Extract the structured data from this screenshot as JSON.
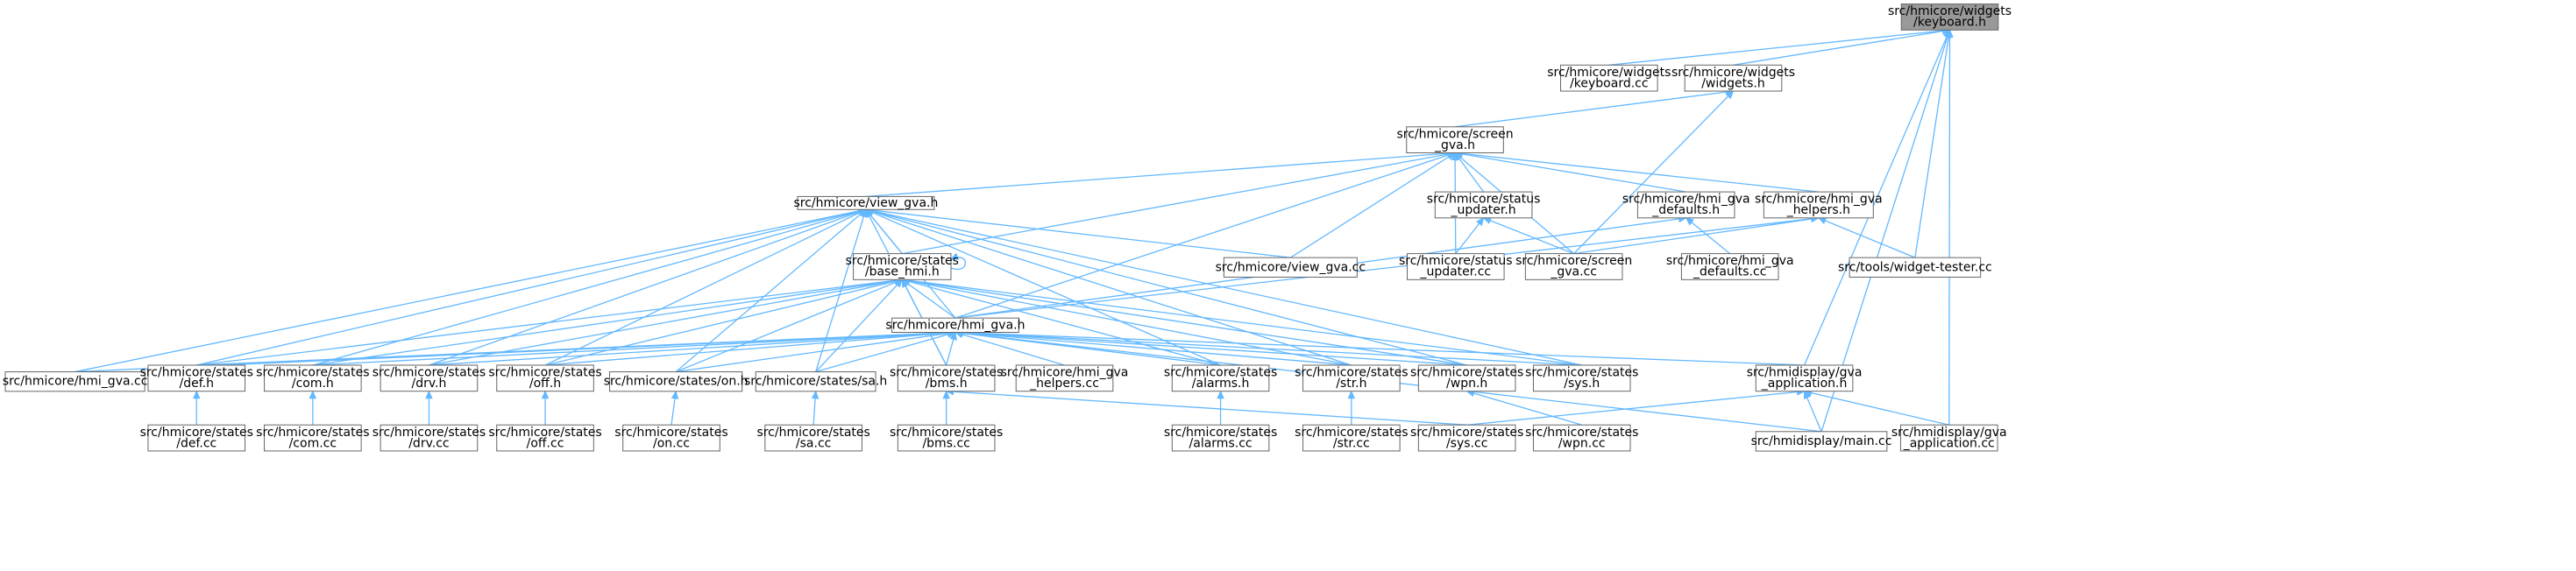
{
  "nodes": [
    {
      "id": "keyboard_h",
      "lines": [
        "src/hmicore/widgets",
        "/keyboard.h"
      ],
      "root": true
    },
    {
      "id": "keyboard_cc",
      "lines": [
        "src/hmicore/widgets",
        "/keyboard.cc"
      ]
    },
    {
      "id": "widgets_h",
      "lines": [
        "src/hmicore/widgets",
        "/widgets.h"
      ]
    },
    {
      "id": "screen_gva_h",
      "lines": [
        "src/hmicore/screen",
        "_gva.h"
      ]
    },
    {
      "id": "view_gva_h",
      "lines": [
        "src/hmicore/view_gva.h"
      ]
    },
    {
      "id": "status_updater_h",
      "lines": [
        "src/hmicore/status",
        "_updater.h"
      ]
    },
    {
      "id": "hmi_gva_defaults_h",
      "lines": [
        "src/hmicore/hmi_gva",
        "_defaults.h"
      ]
    },
    {
      "id": "hmi_gva_helpers_h",
      "lines": [
        "src/hmicore/hmi_gva",
        "_helpers.h"
      ]
    },
    {
      "id": "base_hmi_h",
      "lines": [
        "src/hmicore/states",
        "/base_hmi.h"
      ]
    },
    {
      "id": "view_gva_cc",
      "lines": [
        "src/hmicore/view_gva.cc"
      ]
    },
    {
      "id": "status_updater_cc",
      "lines": [
        "src/hmicore/status",
        "_updater.cc"
      ]
    },
    {
      "id": "screen_gva_cc",
      "lines": [
        "src/hmicore/screen",
        "_gva.cc"
      ]
    },
    {
      "id": "hmi_gva_defaults_cc",
      "lines": [
        "src/hmicore/hmi_gva",
        "_defaults.cc"
      ]
    },
    {
      "id": "widget_tester_cc",
      "lines": [
        "src/tools/widget-tester.cc"
      ]
    },
    {
      "id": "hmi_gva_h",
      "lines": [
        "src/hmicore/hmi_gva.h"
      ]
    },
    {
      "id": "hmi_gva_cc",
      "lines": [
        "src/hmicore/hmi_gva.cc"
      ]
    },
    {
      "id": "def_h",
      "lines": [
        "src/hmicore/states",
        "/def.h"
      ]
    },
    {
      "id": "com_h",
      "lines": [
        "src/hmicore/states",
        "/com.h"
      ]
    },
    {
      "id": "drv_h",
      "lines": [
        "src/hmicore/states",
        "/drv.h"
      ]
    },
    {
      "id": "off_h",
      "lines": [
        "src/hmicore/states",
        "/off.h"
      ]
    },
    {
      "id": "on_h",
      "lines": [
        "src/hmicore/states/on.h"
      ]
    },
    {
      "id": "sa_h",
      "lines": [
        "src/hmicore/states/sa.h"
      ]
    },
    {
      "id": "bms_h",
      "lines": [
        "src/hmicore/states",
        "/bms.h"
      ]
    },
    {
      "id": "hmi_gva_helpers_cc",
      "lines": [
        "src/hmicore/hmi_gva",
        "_helpers.cc"
      ]
    },
    {
      "id": "alarms_h",
      "lines": [
        "src/hmicore/states",
        "/alarms.h"
      ]
    },
    {
      "id": "str_h",
      "lines": [
        "src/hmicore/states",
        "/str.h"
      ]
    },
    {
      "id": "wpn_h",
      "lines": [
        "src/hmicore/states",
        "/wpn.h"
      ]
    },
    {
      "id": "sys_h",
      "lines": [
        "src/hmicore/states",
        "/sys.h"
      ]
    },
    {
      "id": "gva_application_h",
      "lines": [
        "src/hmidisplay/gva",
        "_application.h"
      ]
    },
    {
      "id": "def_cc",
      "lines": [
        "src/hmicore/states",
        "/def.cc"
      ]
    },
    {
      "id": "com_cc",
      "lines": [
        "src/hmicore/states",
        "/com.cc"
      ]
    },
    {
      "id": "drv_cc",
      "lines": [
        "src/hmicore/states",
        "/drv.cc"
      ]
    },
    {
      "id": "off_cc",
      "lines": [
        "src/hmicore/states",
        "/off.cc"
      ]
    },
    {
      "id": "on_cc",
      "lines": [
        "src/hmicore/states",
        "/on.cc"
      ]
    },
    {
      "id": "sa_cc",
      "lines": [
        "src/hmicore/states",
        "/sa.cc"
      ]
    },
    {
      "id": "bms_cc",
      "lines": [
        "src/hmicore/states",
        "/bms.cc"
      ]
    },
    {
      "id": "alarms_cc",
      "lines": [
        "src/hmicore/states",
        "/alarms.cc"
      ]
    },
    {
      "id": "str_cc",
      "lines": [
        "src/hmicore/states",
        "/str.cc"
      ]
    },
    {
      "id": "sys_cc",
      "lines": [
        "src/hmicore/states",
        "/sys.cc"
      ]
    },
    {
      "id": "wpn_cc",
      "lines": [
        "src/hmicore/states",
        "/wpn.cc"
      ]
    },
    {
      "id": "main_cc",
      "lines": [
        "src/hmidisplay/main.cc"
      ]
    },
    {
      "id": "gva_application_cc",
      "lines": [
        "src/hmidisplay/gva",
        "_application.cc"
      ]
    }
  ],
  "edges": [
    [
      "keyboard_cc",
      "keyboard_h"
    ],
    [
      "widgets_h",
      "keyboard_h"
    ],
    [
      "widget_tester_cc",
      "keyboard_h"
    ],
    [
      "gva_application_h",
      "keyboard_h"
    ],
    [
      "main_cc",
      "keyboard_h"
    ],
    [
      "gva_application_cc",
      "keyboard_h"
    ],
    [
      "screen_gva_h",
      "widgets_h"
    ],
    [
      "screen_gva_cc",
      "widgets_h"
    ],
    [
      "view_gva_h",
      "screen_gva_h"
    ],
    [
      "status_updater_h",
      "screen_gva_h"
    ],
    [
      "hmi_gva_defaults_h",
      "screen_gva_h"
    ],
    [
      "hmi_gva_helpers_h",
      "screen_gva_h"
    ],
    [
      "base_hmi_h",
      "screen_gva_h"
    ],
    [
      "view_gva_cc",
      "screen_gva_h"
    ],
    [
      "status_updater_cc",
      "screen_gva_h"
    ],
    [
      "screen_gva_cc",
      "screen_gva_h"
    ],
    [
      "hmi_gva_h",
      "screen_gva_h"
    ],
    [
      "status_updater_cc",
      "status_updater_h"
    ],
    [
      "screen_gva_cc",
      "status_updater_h"
    ],
    [
      "hmi_gva_defaults_cc",
      "hmi_gva_defaults_h"
    ],
    [
      "hmi_gva_h",
      "hmi_gva_defaults_h"
    ],
    [
      "screen_gva_cc",
      "hmi_gva_helpers_h"
    ],
    [
      "widget_tester_cc",
      "hmi_gva_helpers_h"
    ],
    [
      "hmi_gva_h",
      "hmi_gva_helpers_h"
    ],
    [
      "base_hmi_h",
      "view_gva_h"
    ],
    [
      "view_gva_cc",
      "view_gva_h"
    ],
    [
      "hmi_gva_h",
      "view_gva_h"
    ],
    [
      "hmi_gva_cc",
      "view_gva_h"
    ],
    [
      "def_h",
      "view_gva_h"
    ],
    [
      "com_h",
      "view_gva_h"
    ],
    [
      "drv_h",
      "view_gva_h"
    ],
    [
      "off_h",
      "view_gva_h"
    ],
    [
      "on_h",
      "view_gva_h"
    ],
    [
      "sa_h",
      "view_gva_h"
    ],
    [
      "bms_h",
      "view_gva_h"
    ],
    [
      "alarms_h",
      "view_gva_h"
    ],
    [
      "str_h",
      "view_gva_h"
    ],
    [
      "wpn_h",
      "view_gva_h"
    ],
    [
      "sys_h",
      "view_gva_h"
    ],
    [
      "base_hmi_h",
      "base_hmi_h"
    ],
    [
      "hmi_gva_h",
      "base_hmi_h"
    ],
    [
      "def_h",
      "base_hmi_h"
    ],
    [
      "com_h",
      "base_hmi_h"
    ],
    [
      "drv_h",
      "base_hmi_h"
    ],
    [
      "off_h",
      "base_hmi_h"
    ],
    [
      "on_h",
      "base_hmi_h"
    ],
    [
      "sa_h",
      "base_hmi_h"
    ],
    [
      "bms_h",
      "base_hmi_h"
    ],
    [
      "alarms_h",
      "base_hmi_h"
    ],
    [
      "str_h",
      "base_hmi_h"
    ],
    [
      "wpn_h",
      "base_hmi_h"
    ],
    [
      "sys_h",
      "base_hmi_h"
    ],
    [
      "hmi_gva_cc",
      "hmi_gva_h"
    ],
    [
      "def_h",
      "hmi_gva_h"
    ],
    [
      "com_h",
      "hmi_gva_h"
    ],
    [
      "drv_h",
      "hmi_gva_h"
    ],
    [
      "off_h",
      "hmi_gva_h"
    ],
    [
      "on_h",
      "hmi_gva_h"
    ],
    [
      "sa_h",
      "hmi_gva_h"
    ],
    [
      "bms_h",
      "hmi_gva_h"
    ],
    [
      "hmi_gva_helpers_cc",
      "hmi_gva_h"
    ],
    [
      "alarms_h",
      "hmi_gva_h"
    ],
    [
      "str_h",
      "hmi_gva_h"
    ],
    [
      "wpn_h",
      "hmi_gva_h"
    ],
    [
      "sys_h",
      "hmi_gva_h"
    ],
    [
      "gva_application_h",
      "hmi_gva_h"
    ],
    [
      "main_cc",
      "hmi_gva_h"
    ],
    [
      "def_cc",
      "def_h"
    ],
    [
      "com_cc",
      "com_h"
    ],
    [
      "drv_cc",
      "drv_h"
    ],
    [
      "off_cc",
      "off_h"
    ],
    [
      "on_cc",
      "on_h"
    ],
    [
      "sa_cc",
      "sa_h"
    ],
    [
      "bms_cc",
      "bms_h"
    ],
    [
      "alarms_cc",
      "alarms_h"
    ],
    [
      "str_cc",
      "str_h"
    ],
    [
      "wpn_cc",
      "wpn_h"
    ],
    [
      "sys_cc",
      "bms_h"
    ],
    [
      "sys_cc",
      "gva_application_h"
    ],
    [
      "main_cc",
      "gva_application_h"
    ],
    [
      "gva_application_cc",
      "gva_application_h"
    ]
  ]
}
